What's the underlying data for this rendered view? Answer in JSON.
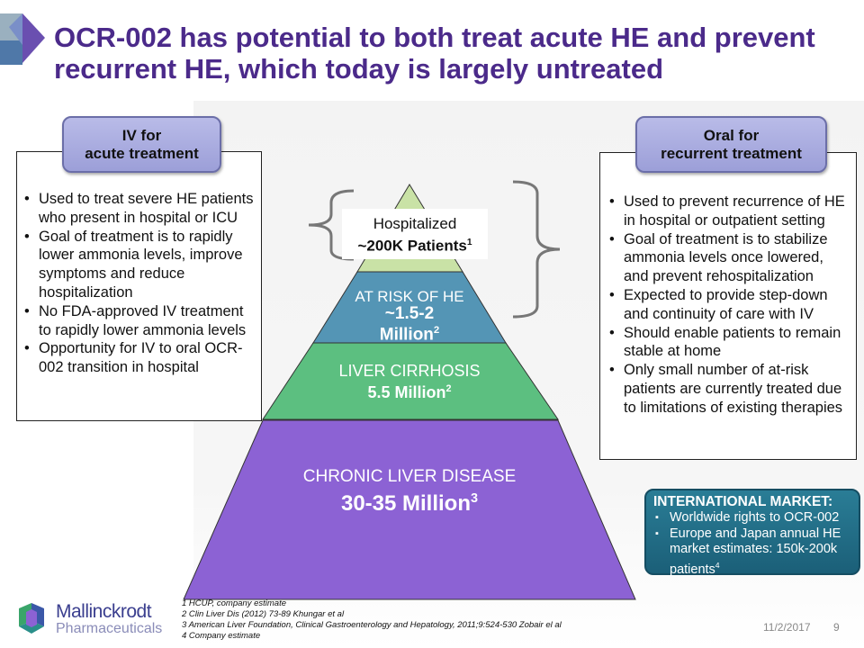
{
  "title": "OCR-002 has potential to both treat acute HE and prevent recurrent HE, which today is largely untreated",
  "left_panel": {
    "tab_line1": "IV for",
    "tab_line2": "acute treatment",
    "bullets": [
      "Used to treat severe HE patients who present in hospital or ICU",
      "Goal of treatment is to rapidly lower ammonia levels, improve symptoms and reduce hospitalization",
      "No FDA-approved IV treatment to rapidly lower ammonia levels",
      "Opportunity for IV to oral OCR-002 transition in hospital"
    ]
  },
  "right_panel": {
    "tab_line1": "Oral for",
    "tab_line2": "recurrent treatment",
    "bullets": [
      "Used to prevent recurrence of HE in hospital or outpatient setting",
      "Goal of treatment is to stabilize ammonia levels once lowered, and prevent rehospitalization",
      "Expected to provide step-down and continuity of care with IV",
      "Should enable patients to remain stable at home",
      "Only small number of at-risk patients are currently treated due to limitations of existing therapies"
    ]
  },
  "pyramid": {
    "hospitalized": {
      "label": "Hospitalized",
      "value": "~200K Patients",
      "ref": "1"
    },
    "at_risk": {
      "label": "AT RISK OF HE",
      "value1": "~1.5-2",
      "value2": "Million",
      "ref": "2"
    },
    "cirrhosis": {
      "label": "LIVER CIRRHOSIS",
      "value": "5.5 Million",
      "ref": "2"
    },
    "chronic": {
      "label": "CHRONIC LIVER DISEASE",
      "value": "30-35 Million",
      "ref": "3"
    },
    "colors": {
      "top": "#c9e2a6",
      "at_risk": "#5495b5",
      "cirrhosis": "#5cbf80",
      "chronic": "#8c62d4"
    }
  },
  "international": {
    "heading": "INTERNATIONAL MARKET:",
    "bullets": [
      "Worldwide rights to OCR-002",
      "Europe and Japan annual HE market estimates: 150k-200k patients"
    ],
    "ref": "4"
  },
  "footnotes": [
    "1 HCUP, company estimate",
    "2 Clin Liver Dis (2012) 73-89 Khungar et al",
    "3 American Liver Foundation, Clinical Gastroenterology and Hepatology, 2011;9:524-530 Zobair el al",
    "4 Company estimate"
  ],
  "logo": {
    "name": "Mallinckrodt",
    "sub": "Pharmaceuticals"
  },
  "date": "11/2/2017",
  "page": "9"
}
